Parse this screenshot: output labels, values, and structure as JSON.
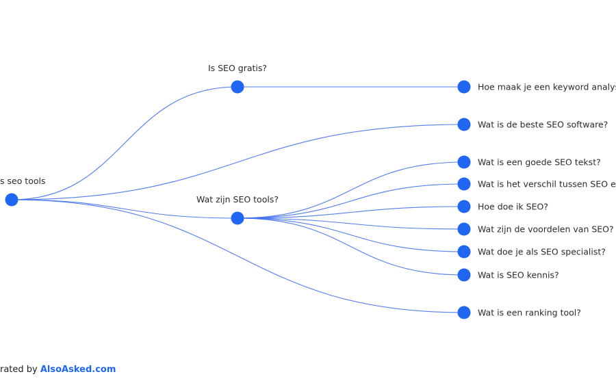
{
  "diagram": {
    "root": {
      "id": "root",
      "label": "s seo tools"
    },
    "level1": [
      {
        "id": "q1",
        "label": "Is SEO gratis?"
      },
      {
        "id": "q2",
        "label": "Wat zijn SEO tools?"
      }
    ],
    "leaves": [
      {
        "id": "l1",
        "parent": "q1",
        "label": "Hoe maak je een keyword analyse"
      },
      {
        "id": "l2",
        "parent": "root",
        "label": "Wat is de beste SEO software?"
      },
      {
        "id": "l3",
        "parent": "q2",
        "label": "Wat is een goede SEO tekst?"
      },
      {
        "id": "l4",
        "parent": "q2",
        "label": "Wat is het verschil tussen SEO en S"
      },
      {
        "id": "l5",
        "parent": "q2",
        "label": "Hoe doe ik SEO?"
      },
      {
        "id": "l6",
        "parent": "q2",
        "label": "Wat zijn de voordelen van SEO?"
      },
      {
        "id": "l7",
        "parent": "q2",
        "label": "Wat doe je als SEO specialist?"
      },
      {
        "id": "l8",
        "parent": "q2",
        "label": "Wat is SEO kennis?"
      },
      {
        "id": "l9",
        "parent": "root",
        "label": "Wat is een ranking tool?"
      }
    ],
    "colors": {
      "node": "#1f66f2",
      "edge": "#3f6ff0",
      "brand": "#1f66f2"
    }
  },
  "footer": {
    "prefix": "rated by ",
    "brand": "AlsoAsked.com"
  }
}
